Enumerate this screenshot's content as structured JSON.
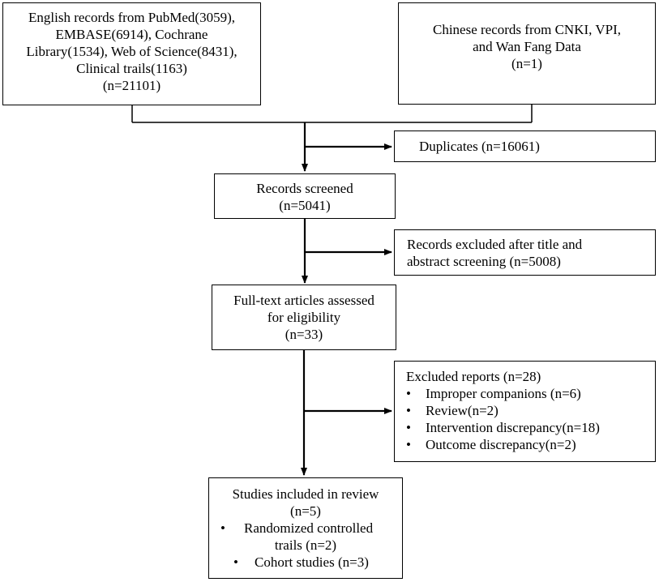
{
  "boxes": {
    "english_records": {
      "lines": [
        "English records from PubMed(3059),",
        "EMBASE(6914), Cochrane",
        "Library(1534), Web of Science(8431),",
        "Clinical trails(1163)",
        "(n=21101)"
      ]
    },
    "chinese_records": {
      "lines": [
        "Chinese  records from CNKI, VPI,",
        "and Wan Fang Data",
        "(n=1)"
      ]
    },
    "duplicates": {
      "text": "Duplicates (n=16061)"
    },
    "records_screened": {
      "lines": [
        "Records screened",
        "(n=5041)"
      ]
    },
    "records_excluded": {
      "lines": [
        "Records excluded after title and",
        "abstract screening  (n=5008)"
      ]
    },
    "full_text": {
      "lines": [
        "Full-text articles assessed",
        "for eligibility",
        "(n=33)"
      ]
    },
    "excluded_reports": {
      "title": "Excluded reports (n=28)",
      "items": [
        "Improper companions (n=6)",
        "Review(n=2)",
        "Intervention discrepancy(n=18)",
        "Outcome discrepancy(n=2)"
      ]
    },
    "studies_included": {
      "lines": [
        "Studies included in review",
        "(n=5)"
      ],
      "items": [
        "Randomized controlled",
        "trails (n=2)",
        "Cohort studies (n=3)"
      ]
    }
  },
  "colors": {
    "line": "#000000",
    "box_fill": "#ffffff"
  }
}
